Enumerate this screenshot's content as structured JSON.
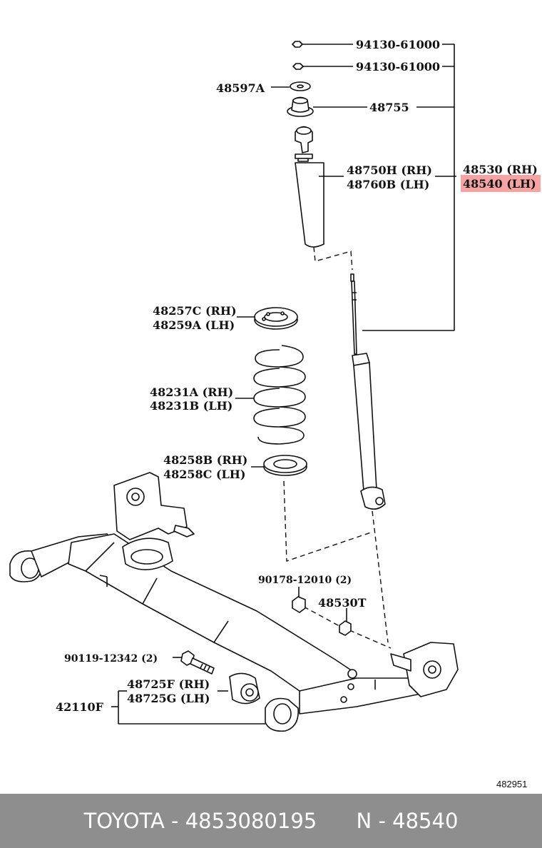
{
  "labels": {
    "nut_1": "94130-61000",
    "nut_2": "94130-61000",
    "washer": "48597A",
    "support": "48755",
    "absorber_rh": "48750H (RH)",
    "absorber_lh": "48760B (LH)",
    "assy_rh": "48530 (RH)",
    "assy_lh": "48540 (LH)",
    "insulator_up_rh": "48257C (RH)",
    "insulator_up_lh": "48259A (LH)",
    "spring_rh": "48231A (RH)",
    "spring_lh": "48231B (LH)",
    "insulator_lo_rh": "48258B (RH)",
    "insulator_lo_lh": "48258C (LH)",
    "bolt_top": "90178-12010 (2)",
    "cushion": "48530T",
    "bolt_front": "90119-12342 (2)",
    "bushing_rh": "48725F (RH)",
    "bushing_lh": "48725G (LH)",
    "beam": "42110F",
    "diagram_no": "482951"
  },
  "footer": {
    "brand": "TOYOTA",
    "sep1": " - ",
    "part_number": "4853080195",
    "sep2": "      N - ",
    "ref": "48540"
  },
  "colors": {
    "highlight": "#f5a3a3",
    "footer_bg": "#8e8e8e"
  }
}
